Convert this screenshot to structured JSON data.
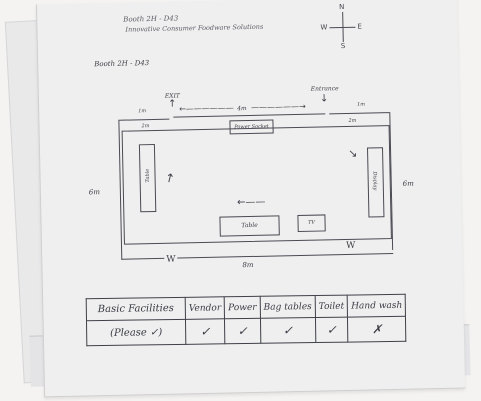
{
  "header": {
    "line1": "Booth 2H - D43",
    "line2": "Innovative Consumer Foodware Solutions"
  },
  "booth_label": "Booth 2H - D43",
  "compass": {
    "north": "N",
    "south": "S",
    "east": "E",
    "west": "W"
  },
  "floor_plan": {
    "exit_label": "EXIT",
    "entrance_label": "Entrance",
    "top_measure": "4m",
    "top_left_measure": "1m",
    "top_right_measure": "1m",
    "inner_left_measure": "2m",
    "inner_right_measure": "2m",
    "left_side": "6m",
    "right_side": "6m",
    "bottom": "8m",
    "bottom_w_left": "W",
    "bottom_w_right": "W",
    "power_box": "Power Socket",
    "left_table": "Table",
    "right_table": "Display",
    "center_table": "Table",
    "tv_box": "TV"
  },
  "checklist": {
    "headers": [
      "Basic Facilities",
      "Vendor",
      "Power",
      "Bag tables",
      "Toilet",
      "Hand wash"
    ],
    "row_label": "(Please ✓)",
    "marks": [
      "✓",
      "✓",
      "✓",
      "✓",
      "✗"
    ]
  }
}
